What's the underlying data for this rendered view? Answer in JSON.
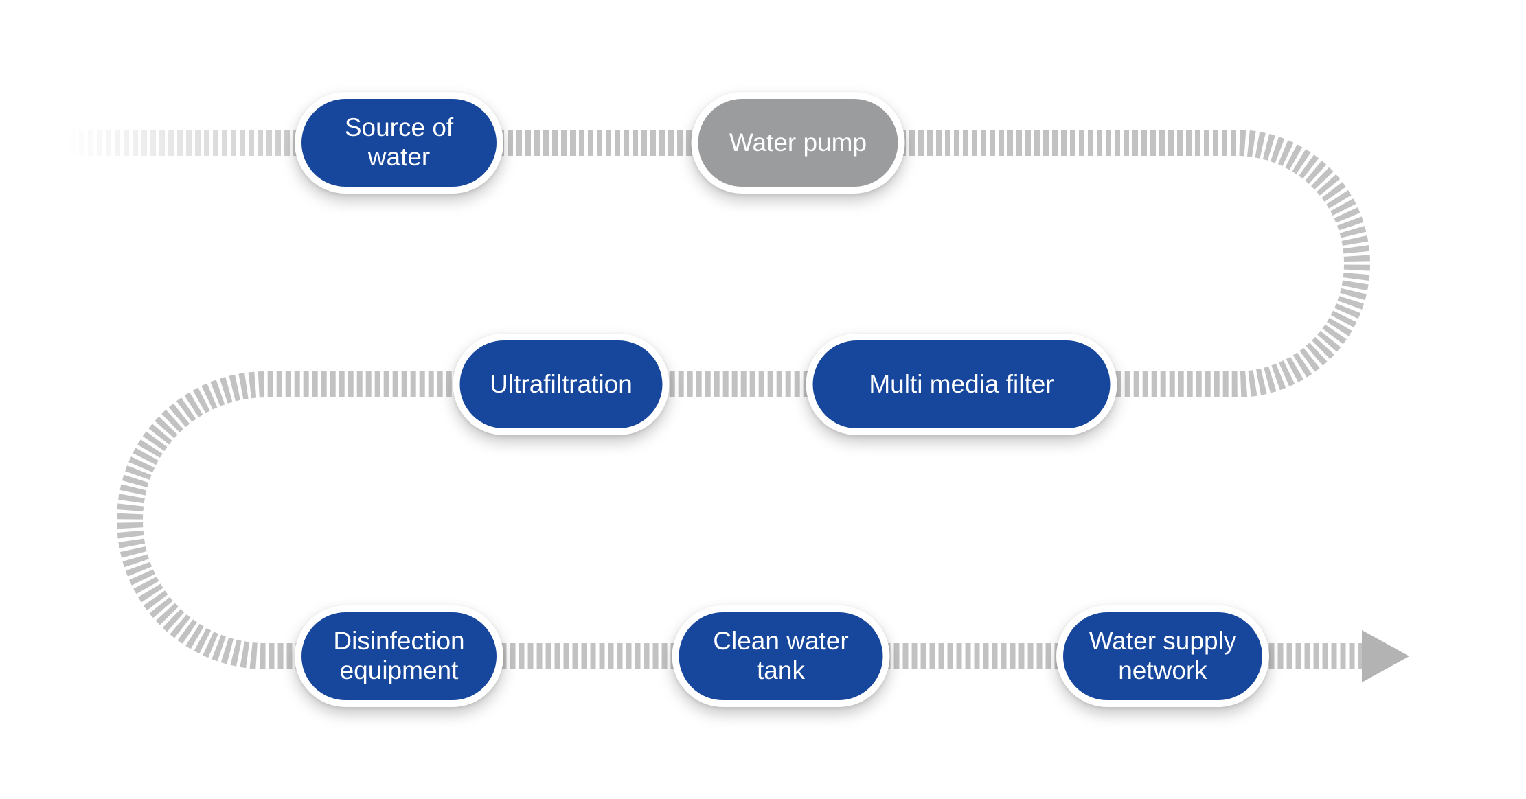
{
  "flow": {
    "nodes": [
      {
        "id": "source-of-water",
        "label": "Source of water",
        "variant": "blue"
      },
      {
        "id": "water-pump",
        "label": "Water pump",
        "variant": "gray"
      },
      {
        "id": "ultrafiltration",
        "label": "Ultrafiltration",
        "variant": "blue"
      },
      {
        "id": "multi-media-filter",
        "label": "Multi media filter",
        "variant": "blue"
      },
      {
        "id": "disinfection-equipment",
        "label": "Disinfection equipment",
        "variant": "blue"
      },
      {
        "id": "clean-water-tank",
        "label": "Clean water tank",
        "variant": "blue"
      },
      {
        "id": "water-supply-network",
        "label": "Water supply network",
        "variant": "blue"
      }
    ],
    "sequence": [
      "Source of water",
      "Water pump",
      "Multi media filter",
      "Ultrafiltration",
      "Disinfection equipment",
      "Clean water tank",
      "Water supply network"
    ],
    "colors": {
      "node_blue": "#17479D",
      "node_gray": "#9A9C9E",
      "track": "#C2C2C2",
      "arrow": "#B3B3B3",
      "text": "#FFFFFF",
      "background": "#FFFFFF"
    }
  }
}
